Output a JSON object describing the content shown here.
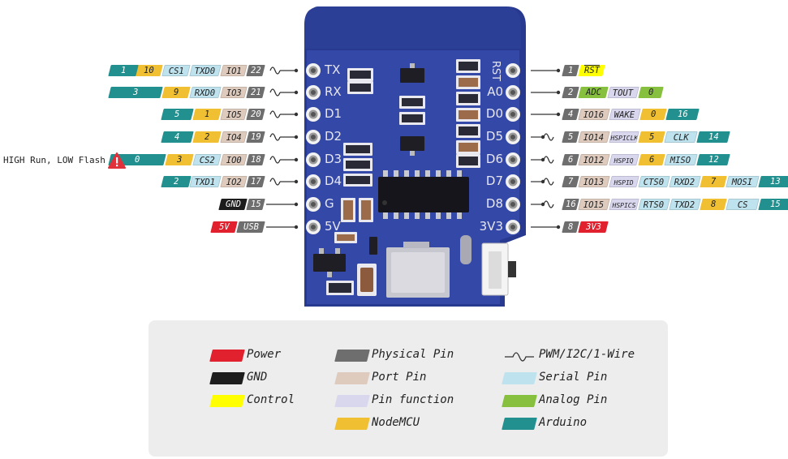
{
  "board": {
    "left_pins": [
      "TX",
      "RX",
      "D1",
      "D2",
      "D3",
      "D4",
      "G",
      "5V"
    ],
    "right_pins": [
      "RST",
      "A0",
      "D0",
      "D5",
      "D6",
      "D7",
      "D8",
      "3V3"
    ]
  },
  "note": {
    "text": "HIGH Run, LOW Flash",
    "icon": "warning-triangle-icon"
  },
  "colors": {
    "arduino": "#22908f",
    "nodemcu": "#f0c032",
    "serial": "#bfe3ee",
    "port": "#decbbd",
    "physical": "#6e6e6e",
    "power": "#e1212d",
    "gnd": "#1d1d1d",
    "control": "#ffff00",
    "function": "#d9d7ee",
    "analog": "#86c03e",
    "board": "#3448a8",
    "board_dark": "#283a8f"
  },
  "left_rows": [
    [
      [
        "1",
        "arduino"
      ],
      [
        "10",
        "nodemcu"
      ],
      [
        "CS1",
        "serial"
      ],
      [
        "TXD0",
        "serial"
      ],
      [
        "IO1",
        "port"
      ],
      [
        "22",
        "physical"
      ]
    ],
    [
      [
        "3",
        "arduino"
      ],
      [
        "9",
        "nodemcu"
      ],
      [
        "RXD0",
        "serial"
      ],
      [
        "IO3",
        "port"
      ],
      [
        "21",
        "physical"
      ]
    ],
    [
      [
        "5",
        "arduino"
      ],
      [
        "1",
        "nodemcu"
      ],
      [
        "IO5",
        "port"
      ],
      [
        "20",
        "physical"
      ]
    ],
    [
      [
        "4",
        "arduino"
      ],
      [
        "2",
        "nodemcu"
      ],
      [
        "IO4",
        "port"
      ],
      [
        "19",
        "physical"
      ]
    ],
    [
      [
        "0",
        "arduino"
      ],
      [
        "3",
        "nodemcu"
      ],
      [
        "CS2",
        "serial"
      ],
      [
        "IO0",
        "port"
      ],
      [
        "18",
        "physical"
      ]
    ],
    [
      [
        "2",
        "arduino"
      ],
      [
        "4",
        "nodemcu"
      ],
      [
        "TXD1",
        "serial"
      ],
      [
        "IO2",
        "port"
      ],
      [
        "17",
        "physical"
      ]
    ],
    [
      [
        "GND",
        "gnd"
      ],
      [
        "15",
        "physical"
      ]
    ],
    [
      [
        "5V",
        "power"
      ],
      [
        "USB",
        "physical"
      ]
    ]
  ],
  "right_rows": [
    [
      [
        "1",
        "physical"
      ],
      [
        "RST",
        "control"
      ]
    ],
    [
      [
        "2",
        "physical"
      ],
      [
        "ADC",
        "analog"
      ],
      [
        "TOUT",
        "function"
      ],
      [
        "0",
        "analog"
      ]
    ],
    [
      [
        "4",
        "physical"
      ],
      [
        "IO16",
        "port"
      ],
      [
        "WAKE",
        "function"
      ],
      [
        "0",
        "nodemcu"
      ],
      [
        "16",
        "arduino"
      ]
    ],
    [
      [
        "5",
        "physical"
      ],
      [
        "IO14",
        "port"
      ],
      [
        "HSPICLK",
        "function"
      ],
      [
        "5",
        "nodemcu"
      ],
      [
        "CLK",
        "serial"
      ],
      [
        "14",
        "arduino"
      ]
    ],
    [
      [
        "6",
        "physical"
      ],
      [
        "IO12",
        "port"
      ],
      [
        "HSPIQ",
        "function"
      ],
      [
        "6",
        "nodemcu"
      ],
      [
        "MISO",
        "serial"
      ],
      [
        "12",
        "arduino"
      ]
    ],
    [
      [
        "7",
        "physical"
      ],
      [
        "IO13",
        "port"
      ],
      [
        "HSPID",
        "function"
      ],
      [
        "CTS0",
        "serial"
      ],
      [
        "RXD2",
        "serial"
      ],
      [
        "7",
        "nodemcu"
      ],
      [
        "MOSI",
        "serial"
      ],
      [
        "13",
        "arduino"
      ]
    ],
    [
      [
        "16",
        "physical"
      ],
      [
        "IO15",
        "port"
      ],
      [
        "HSPICS",
        "function"
      ],
      [
        "RTS0",
        "serial"
      ],
      [
        "TXD2",
        "serial"
      ],
      [
        "8",
        "nodemcu"
      ],
      [
        "CS",
        "serial"
      ],
      [
        "15",
        "arduino"
      ]
    ],
    [
      [
        "8",
        "physical"
      ],
      [
        "3V3",
        "power"
      ]
    ]
  ],
  "legend": [
    {
      "label": "Power",
      "color": "power"
    },
    {
      "label": "GND",
      "color": "gnd"
    },
    {
      "label": "Control",
      "color": "control"
    },
    {
      "label": "Physical Pin",
      "color": "physical"
    },
    {
      "label": "Port Pin",
      "color": "port"
    },
    {
      "label": "Pin function",
      "color": "function"
    },
    {
      "label": "NodeMCU",
      "color": "nodemcu"
    },
    {
      "label": "PWM/I2C/1-Wire",
      "color": "wave"
    },
    {
      "label": "Serial Pin",
      "color": "serial"
    },
    {
      "label": "Analog Pin",
      "color": "analog"
    },
    {
      "label": "Arduino",
      "color": "arduino"
    }
  ]
}
